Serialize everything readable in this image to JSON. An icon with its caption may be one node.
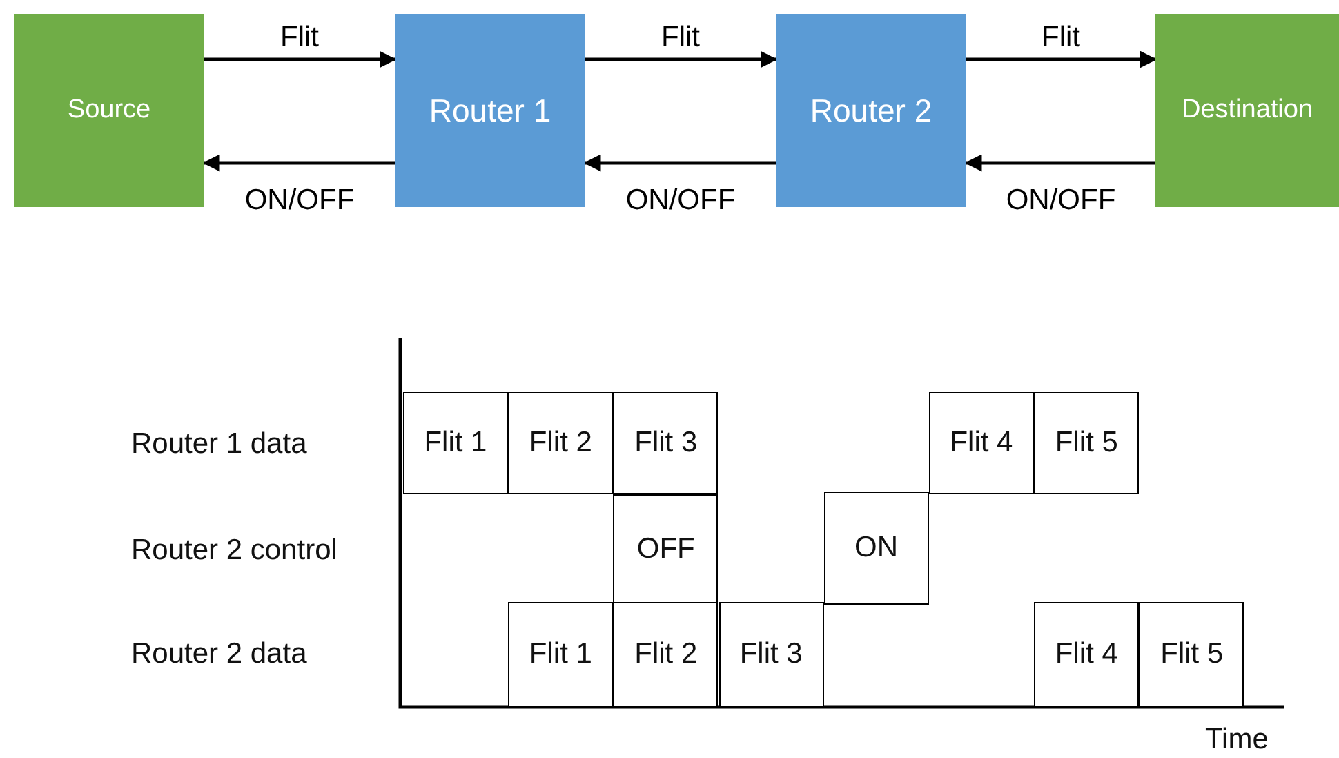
{
  "diagram": {
    "nodes": [
      {
        "text": [
          "Source"
        ]
      },
      {
        "text": [
          "Router 1"
        ]
      },
      {
        "text": [
          "Router 2"
        ]
      },
      {
        "text": [
          "Destination"
        ]
      },
      {
        "text": [
          "Flit 1"
        ]
      },
      {
        "text": [
          "Flit 2"
        ]
      },
      {
        "text": [
          "Flit 3"
        ]
      },
      {
        "text": [
          "Flit 4"
        ]
      },
      {
        "text": [
          "Flit 5"
        ]
      },
      {
        "text": [
          "OFF"
        ]
      },
      {
        "text": [
          "ON"
        ]
      },
      {
        "text": [
          "Flit 1"
        ]
      },
      {
        "text": [
          "Flit 2"
        ]
      },
      {
        "text": [
          "Flit 3"
        ]
      },
      {
        "text": [
          "Flit 4"
        ]
      },
      {
        "text": [
          "Flit 5"
        ]
      }
    ],
    "edges": [
      {
        "from": 0,
        "to": 1,
        "arrow": "to",
        "label": "Flit"
      },
      {
        "from": 1,
        "to": 0,
        "arrow": "to",
        "label": "ON/OFF"
      },
      {
        "from": 1,
        "to": 2,
        "arrow": "to",
        "label": "Flit"
      },
      {
        "from": 2,
        "to": 1,
        "arrow": "to",
        "label": "ON/OFF"
      },
      {
        "from": 2,
        "to": 3,
        "arrow": "to",
        "label": "Flit"
      },
      {
        "from": 3,
        "to": 2,
        "arrow": "to",
        "label": "ON/OFF"
      }
    ],
    "labels": [
      "Router 1 data",
      "Router 2 control",
      "Router 2 data",
      "Time"
    ]
  }
}
